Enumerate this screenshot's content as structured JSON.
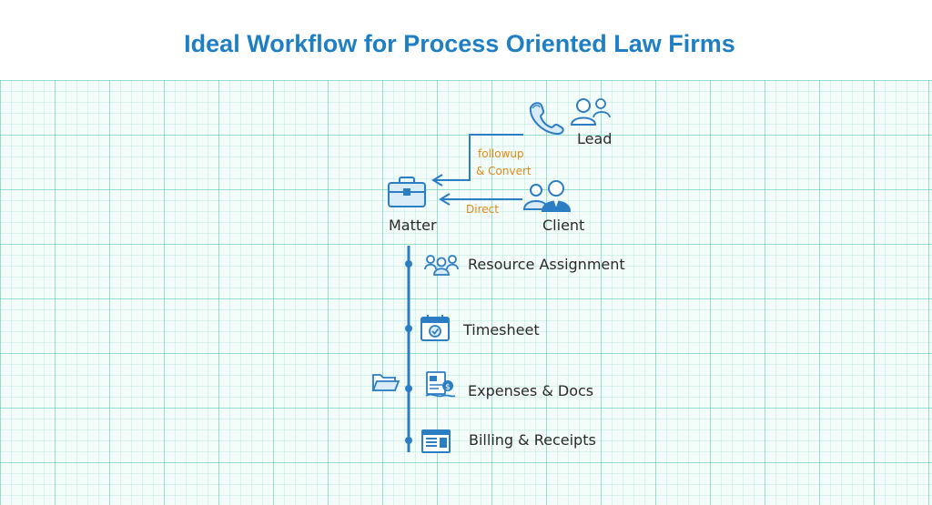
{
  "title": "Ideal Workflow for Process Oriented Law Firms",
  "sources": {
    "lead": "Lead",
    "client": "Client"
  },
  "arrows": {
    "followup_line1": "followup",
    "followup_line2": "& Convert",
    "direct": "Direct"
  },
  "matter": "Matter",
  "steps": [
    {
      "label": "Resource Assignment",
      "icon": "people-group-icon"
    },
    {
      "label": "Timesheet",
      "icon": "calendar-clock-icon"
    },
    {
      "label": "Expenses & Docs",
      "icon": "expense-docs-icon"
    },
    {
      "label": "Billing & Receipts",
      "icon": "billing-receipt-icon"
    }
  ],
  "colors": {
    "title": "#1f7fc5",
    "line": "#2b7dc4",
    "accent": "#e08a17",
    "grid": "#40c4aa"
  }
}
